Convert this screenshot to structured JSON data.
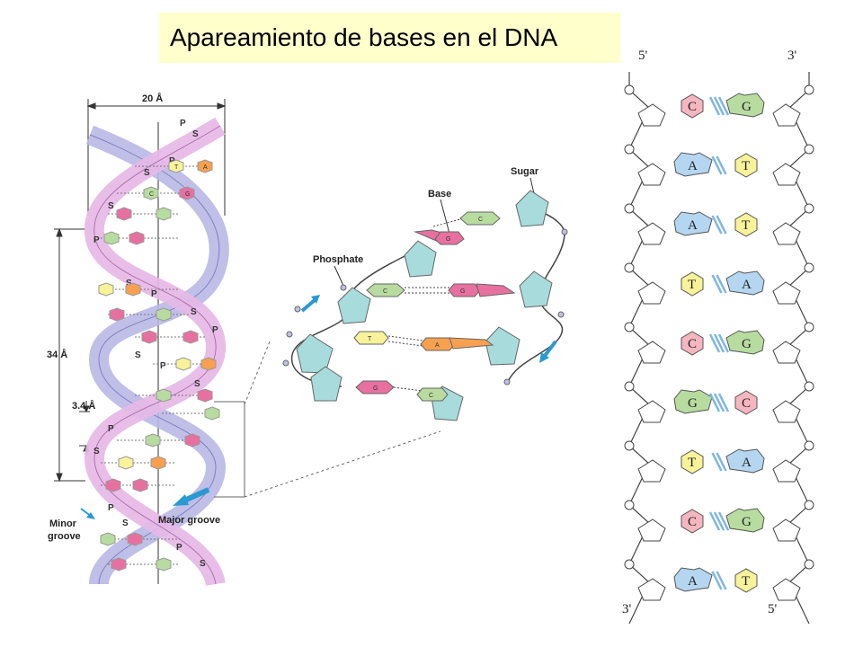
{
  "title": "Apareamiento de bases en el DNA",
  "helix": {
    "width_label": "20 Å",
    "pitch_label": "34 Å",
    "rise_label": "3.4 Å",
    "minor_groove_line1": "Minor",
    "minor_groove_line2": "groove",
    "major_groove_label": "Major groove",
    "strand_letters": [
      "P",
      "S"
    ],
    "rung_letters": [
      "T",
      "A",
      "C",
      "G"
    ]
  },
  "detail": {
    "sugar_label": "Sugar",
    "base_label": "Base",
    "phosphate_label": "Phosphate",
    "base_letters": [
      "C",
      "G",
      "C",
      "G",
      "T",
      "A",
      "G",
      "C"
    ]
  },
  "ladder": {
    "top_left": "5'",
    "top_right": "3'",
    "bottom_left": "3'",
    "bottom_right": "5'",
    "pairs": [
      {
        "left": "C",
        "right": "G"
      },
      {
        "left": "A",
        "right": "T"
      },
      {
        "left": "A",
        "right": "T"
      },
      {
        "left": "T",
        "right": "A"
      },
      {
        "left": "C",
        "right": "G"
      },
      {
        "left": "G",
        "right": "C"
      },
      {
        "left": "T",
        "right": "A"
      },
      {
        "left": "C",
        "right": "G"
      },
      {
        "left": "A",
        "right": "T"
      }
    ]
  },
  "colors": {
    "title_bg": "#ffffcc",
    "C": "#f4b6c0",
    "G": "#b8dca0",
    "A": "#b4d6f0",
    "T": "#f8f29a",
    "hbond": "#7fb6e0",
    "strand_pink": "#e6b8e6",
    "strand_blue": "#b8b8e6",
    "sugar": "#a8dcdc",
    "arrow": "#2a9ad0"
  }
}
